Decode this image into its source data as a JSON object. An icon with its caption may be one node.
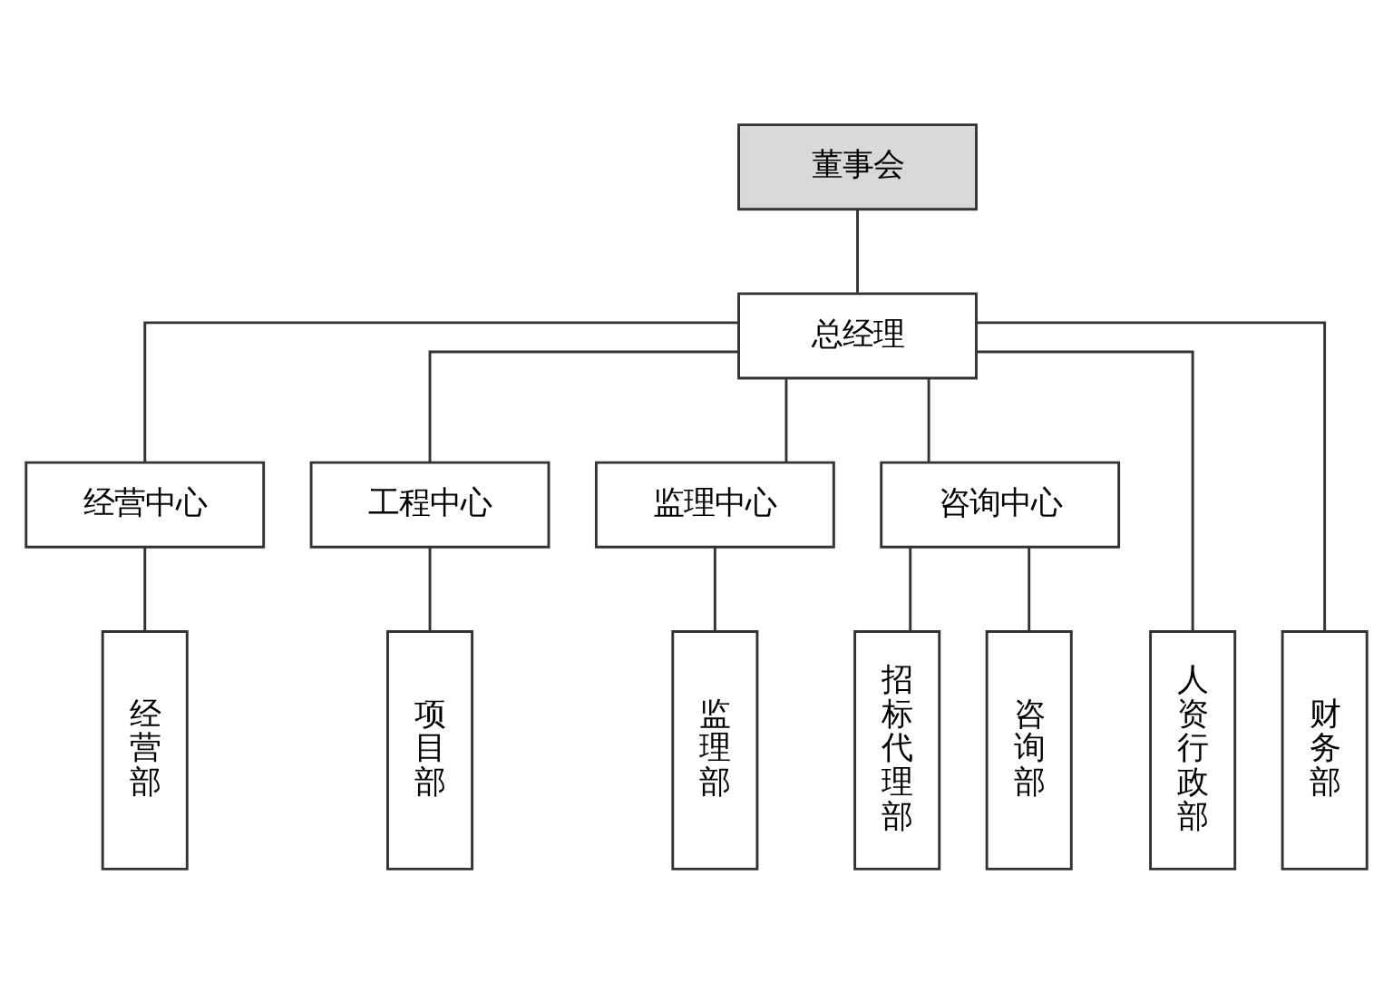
{
  "diagram": {
    "nodes": [
      {
        "text": [
          "董事会"
        ]
      },
      {
        "text": [
          "总经理"
        ]
      },
      {
        "text": [
          "经营中心"
        ]
      },
      {
        "text": [
          "工程中心"
        ]
      },
      {
        "text": [
          "监理中心"
        ]
      },
      {
        "text": [
          "咨询中心"
        ]
      },
      {
        "text": [
          "经营部"
        ]
      },
      {
        "text": [
          "项目部"
        ]
      },
      {
        "text": [
          "监理部"
        ]
      },
      {
        "text": [
          "招标代理部"
        ]
      },
      {
        "text": [
          "咨询部"
        ]
      },
      {
        "text": [
          "人资行政部"
        ]
      },
      {
        "text": [
          "财务部"
        ]
      }
    ],
    "edges": [
      {
        "from": 0,
        "to": 1,
        "arrow": "none"
      },
      {
        "from": 1,
        "to": 2,
        "arrow": "none"
      },
      {
        "from": 1,
        "to": 3,
        "arrow": "none"
      },
      {
        "from": 1,
        "to": 4,
        "arrow": "none"
      },
      {
        "from": 1,
        "to": 5,
        "arrow": "none"
      },
      {
        "from": 1,
        "to": 11,
        "arrow": "none"
      },
      {
        "from": 1,
        "to": 12,
        "arrow": "none"
      },
      {
        "from": 2,
        "to": 6,
        "arrow": "none"
      },
      {
        "from": 3,
        "to": 7,
        "arrow": "none"
      },
      {
        "from": 4,
        "to": 8,
        "arrow": "none"
      },
      {
        "from": 5,
        "to": 9,
        "arrow": "none"
      },
      {
        "from": 5,
        "to": 10,
        "arrow": "none"
      }
    ]
  }
}
